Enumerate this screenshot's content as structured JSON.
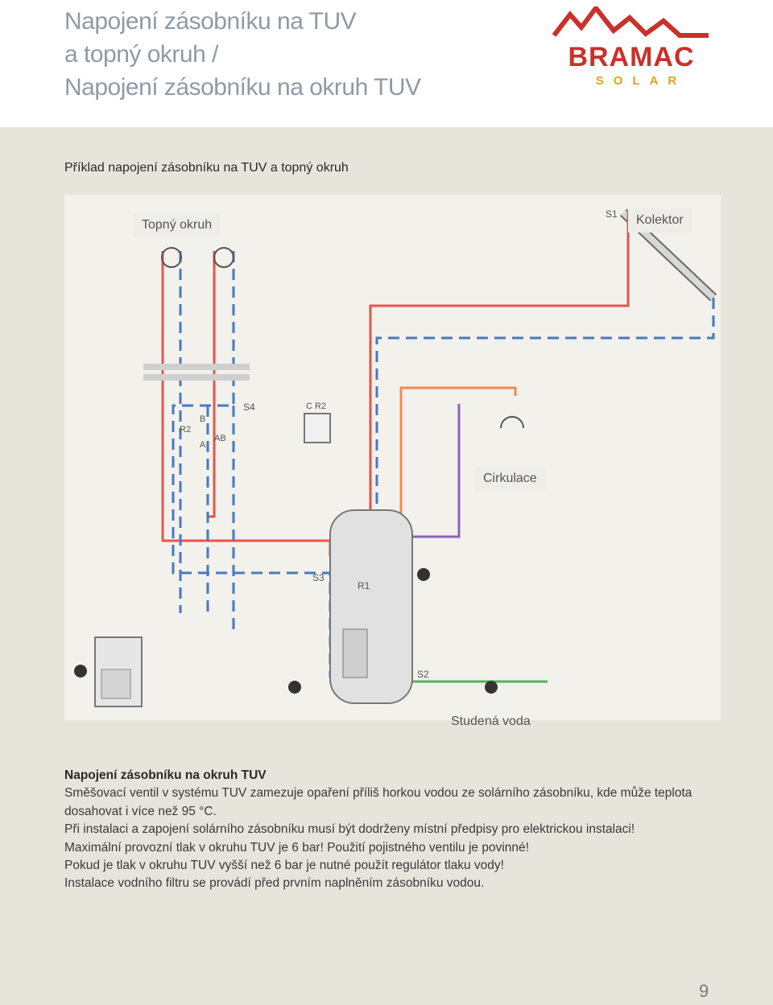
{
  "header": {
    "title_lines": [
      "Napojení zásobníku na TUV",
      "a topný okruh /",
      "Napojení zásobníku na okruh TUV"
    ],
    "logo_word": "BRAMAC",
    "logo_sub": "SOLAR"
  },
  "section_heading": "Příklad napojení zásobníku na TUV a topný okruh",
  "diagram": {
    "labels": {
      "heating_circuit": "Topný okruh",
      "collector": "Kolektor",
      "circulation": "Cirkulace",
      "cold_water": "Studená voda",
      "s1": "S1",
      "s2": "S2",
      "s3": "S3",
      "s4": "S4",
      "r1": "R1",
      "r2": "R2",
      "cr2": "C R2",
      "port_b": "B",
      "port_a": "A",
      "port_ab": "AB"
    }
  },
  "body": {
    "subheading": "Napojení zásobníku na okruh TUV",
    "lines": [
      "Směšovací ventil v systému TUV zamezuje opaření příliš horkou vodou ze solárního zásobníku, kde může teplota",
      "dosahovat i více než 95 °C.",
      "Při instalaci a zapojení solárního zásobníku musí být dodrženy místní předpisy pro elektrickou instalaci!",
      "Maximální provozní tlak v okruhu TUV je 6 bar! Použití pojistného ventilu je povinné!",
      "Pokud je tlak v okruhu TUV vyšší než 6 bar je nutné použít regulátor tlaku vody!",
      "Instalace vodního filtru se provádí před prvním naplněním zásobníku vodou."
    ]
  },
  "page_number": "9",
  "colors": {
    "hot": "#e8544a",
    "return": "#4a78c0",
    "cold": "#52b35a",
    "circulation": "#8a63b8",
    "solar_hot": "#f08a52",
    "logo_red": "#c9312a",
    "logo_gold": "#e1a21f"
  }
}
